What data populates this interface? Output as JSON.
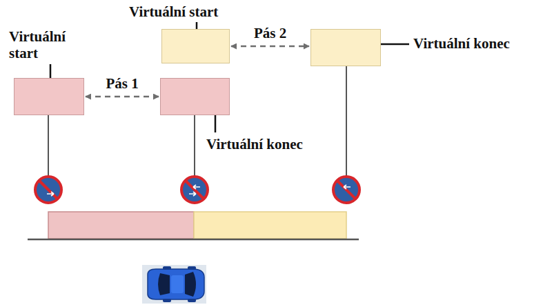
{
  "diagram": {
    "nodes": [
      {
        "text": [
          "Virtuální start"
        ]
      },
      {
        "text": [
          "Virtuální konec"
        ]
      },
      {
        "text": [
          "Virtuální start"
        ]
      },
      {
        "text": [
          "Virtuální konec"
        ]
      }
    ],
    "edges": [
      {
        "from": 0,
        "to": 1,
        "arrow": "both",
        "label": "Pás 1"
      },
      {
        "from": 2,
        "to": 3,
        "arrow": "both",
        "label": "Pás 2"
      }
    ]
  }
}
